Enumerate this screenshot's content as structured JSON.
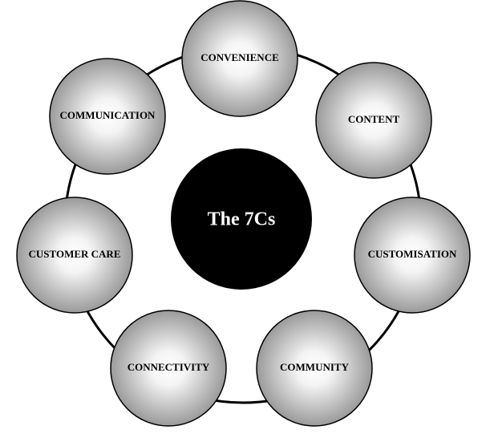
{
  "diagram": {
    "center": {
      "label": "The 7Cs",
      "fill_color": "#000000",
      "text_color": "#ffffff"
    },
    "ring_color": "#000000",
    "node_gradient": {
      "inner": "#ffffff",
      "outer": "#9a9a9a"
    },
    "nodes": [
      {
        "name": "node-convenience",
        "label": "CONVENIENCE"
      },
      {
        "name": "node-content",
        "label": "CONTENT"
      },
      {
        "name": "node-customisation",
        "label": "CUSTOMISATION"
      },
      {
        "name": "node-community",
        "label": "COMMUNITY"
      },
      {
        "name": "node-connectivity",
        "label": "CONNECTIVITY"
      },
      {
        "name": "node-customer-care",
        "label": "CUSTOMER CARE"
      },
      {
        "name": "node-communication",
        "label": "COMMUNICATION"
      }
    ]
  }
}
